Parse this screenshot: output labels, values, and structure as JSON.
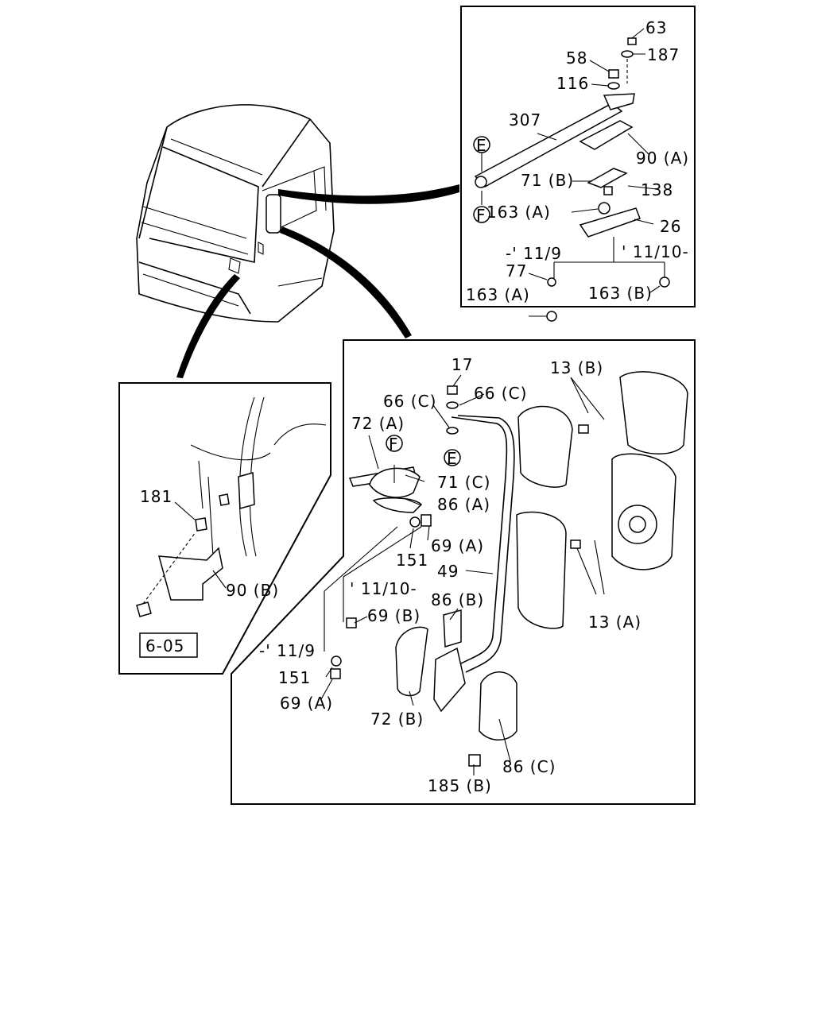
{
  "diagram": {
    "callouts": {
      "c63": "63",
      "c187": "187",
      "c58": "58",
      "c116": "116",
      "c307": "307",
      "cE1": "E",
      "c90A": "90 (A)",
      "c71B": "71 (B)",
      "c138": "138",
      "cF1": "F",
      "c163A1": "163 (A)",
      "c26": "26",
      "cDateTo1": "-' 11/9",
      "cDateFrom1": "' 11/10-",
      "c77": "77",
      "c163A2": "163 (A)",
      "c163B": "163 (B)",
      "c17": "17",
      "c66C1": "66 (C)",
      "c66C2": "66 (C)",
      "c13B": "13 (B)",
      "c72A": "72 (A)",
      "cF2": "F",
      "c71C": "71 (C)",
      "cE2": "E",
      "c86A": "86 (A)",
      "c151a": "151",
      "c69A1": "69 (A)",
      "c49": "49",
      "cDateFrom2": "' 11/10-",
      "c86B": "86 (B)",
      "c69B": "69 (B)",
      "c13A": "13 (A)",
      "cDateTo2": "-' 11/9",
      "c151b": "151",
      "c69A2": "69 (A)",
      "c72B": "72 (B)",
      "c86C": "86 (C)",
      "c185B": "185 (B)",
      "c181": "181",
      "c90B": "90 (B)",
      "cRef": "6-05"
    }
  }
}
